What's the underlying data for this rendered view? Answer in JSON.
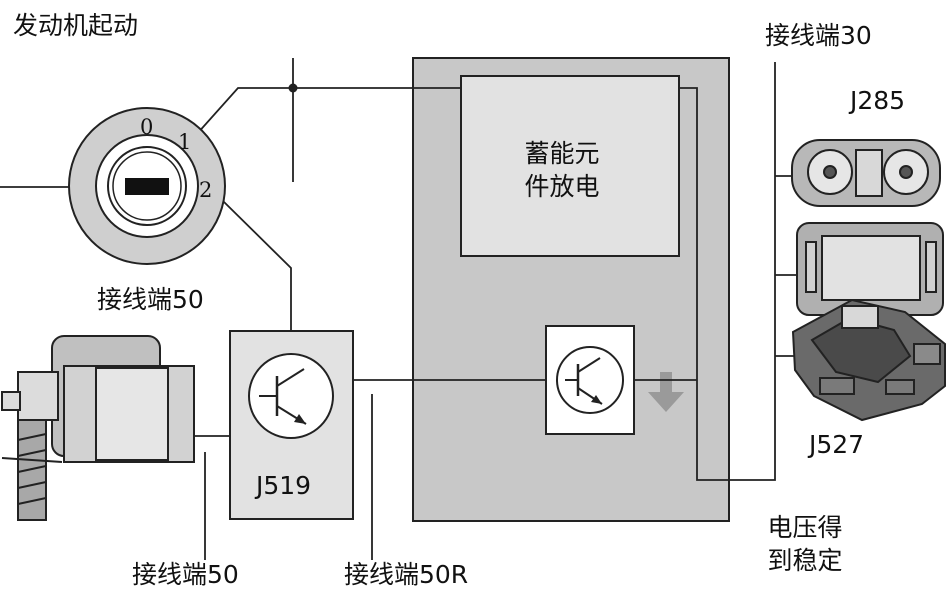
{
  "title": "发动机起动",
  "key_switch": {
    "label": "接线端50",
    "positions": [
      "0",
      "1",
      "2"
    ]
  },
  "terminals": {
    "t30": "接线端30",
    "t50_starter": "接线端50",
    "t50r": "接线端50R"
  },
  "modules": {
    "storage": "蓄能元\n件放电",
    "j519": "J519",
    "j285": "J285",
    "j527": "J527"
  },
  "voltage_note": "电压得\n到稳定",
  "colors": {
    "panel": "#c8c8c8",
    "box": "#e2e2e2",
    "line": "#222222",
    "arrow": "#9a9a9a"
  }
}
